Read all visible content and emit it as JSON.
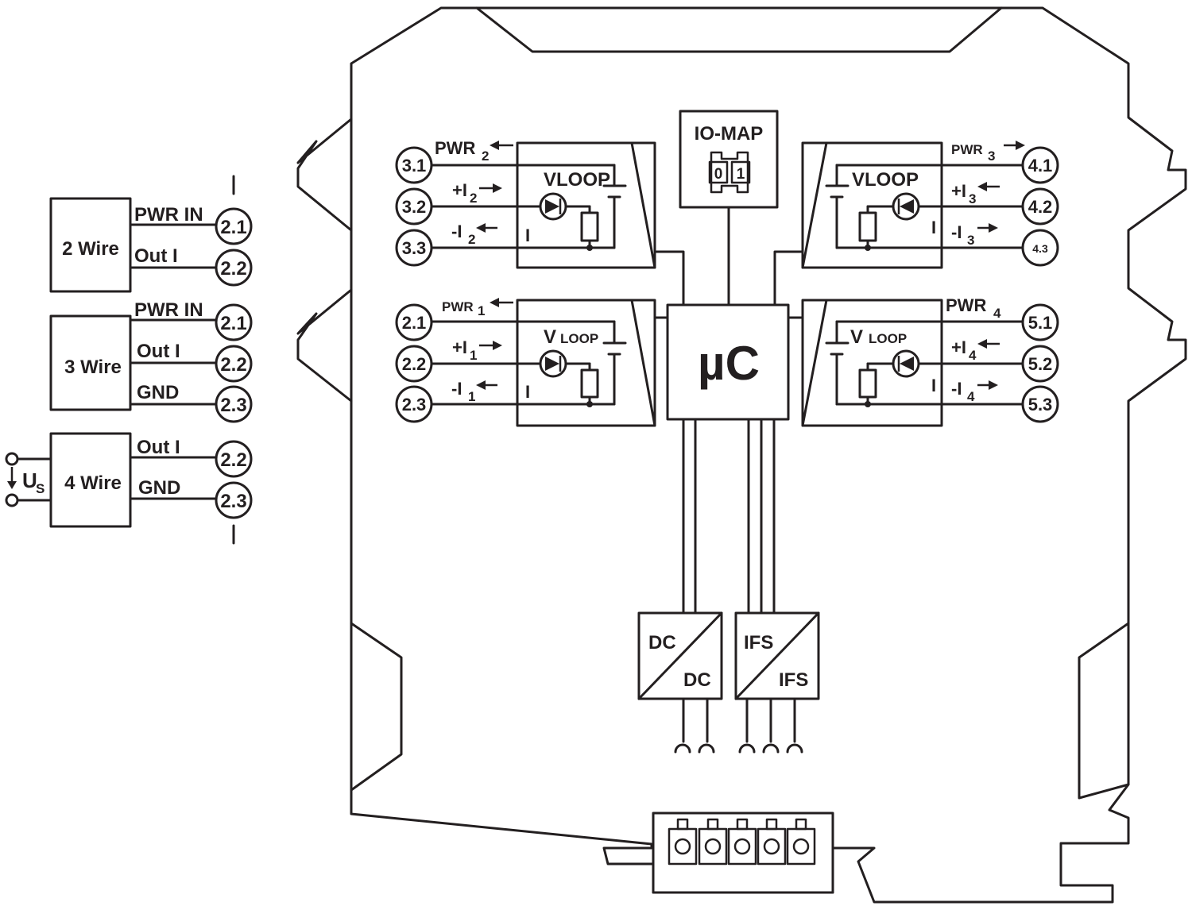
{
  "legend": {
    "wire2": {
      "box": "2 Wire",
      "line1": "PWR IN",
      "line2": "Out I",
      "term1": "2.1",
      "term2": "2.2"
    },
    "wire3": {
      "box": "3 Wire",
      "line1": "PWR IN",
      "line2": "Out I",
      "line3": "GND",
      "term1": "2.1",
      "term2": "2.2",
      "term3": "2.3"
    },
    "wire4": {
      "box": "4 Wire",
      "supply": "U",
      "supply_sub": "S",
      "line1": "Out I",
      "line2": "GND",
      "term1": "2.2",
      "term2": "2.3"
    }
  },
  "channels": {
    "ch2": {
      "pwr": "PWR",
      "pwr_sub": "2",
      "plus": "+I",
      "plus_sub": "2",
      "minus": "-I",
      "minus_sub": "2",
      "t1": "3.1",
      "t2": "3.2",
      "t3": "3.3",
      "vloop": "VLOOP",
      "i": "I"
    },
    "ch1": {
      "pwr": "PWR",
      "pwr_sub": "1",
      "plus": "+I",
      "plus_sub": "1",
      "minus": "-I",
      "minus_sub": "1",
      "t1": "2.1",
      "t2": "2.2",
      "t3": "2.3",
      "v": "V",
      "loop": "LOOP",
      "i": "I"
    },
    "ch3": {
      "pwr": "PWR",
      "pwr_sub": "3",
      "plus": "+I",
      "plus_sub": "3",
      "minus": "-I",
      "minus_sub": "3",
      "t1": "4.1",
      "t2": "4.2",
      "t3": "4.3",
      "vloop": "VLOOP",
      "i": "I"
    },
    "ch4": {
      "pwr": "PWR",
      "pwr_sub": "4",
      "plus": "+I",
      "plus_sub": "4",
      "minus": "-I",
      "minus_sub": "4",
      "t1": "5.1",
      "t2": "5.2",
      "t3": "5.3",
      "v": "V",
      "loop": "LOOP",
      "i": "I"
    }
  },
  "io_map": {
    "label": "IO-MAP",
    "pos0": "0",
    "pos1": "1"
  },
  "mcu": {
    "label": "µC"
  },
  "dcdc": {
    "top": "DC",
    "bottom": "DC"
  },
  "ifs": {
    "top": "IFS",
    "bottom": "IFS"
  }
}
